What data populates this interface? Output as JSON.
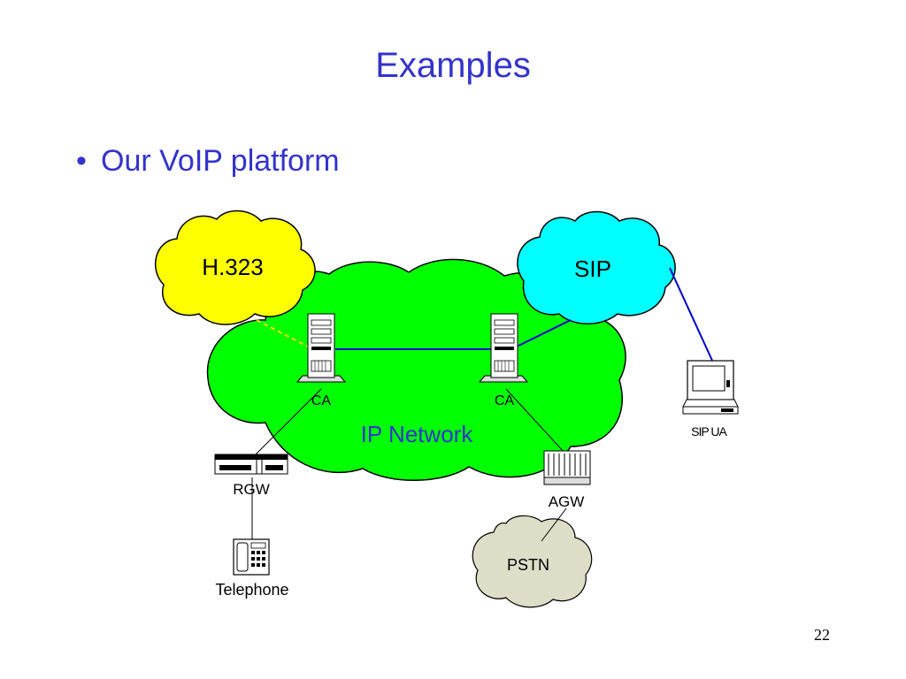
{
  "slide": {
    "title": "Examples",
    "bullet": "Our VoIP platform",
    "page_number": "22"
  },
  "diagram": {
    "clouds": {
      "h323": "H.323",
      "sip": "SIP",
      "ip_network": "IP Network",
      "pstn": "PSTN"
    },
    "nodes": {
      "ca_left": "CA",
      "ca_right": "CA",
      "rgw": "RGW",
      "agw": "AGW",
      "telephone": "Telephone",
      "sip_ua": "SIP UA"
    },
    "colors": {
      "title_text": "#3333CC",
      "ip_network_fill": "#00FF00",
      "h323_fill": "#FFFF00",
      "sip_fill": "#00FFFF",
      "pstn_fill": "#DDDDC8",
      "signaling_link": "#0000CC",
      "h323_link": "#FFD700"
    }
  }
}
